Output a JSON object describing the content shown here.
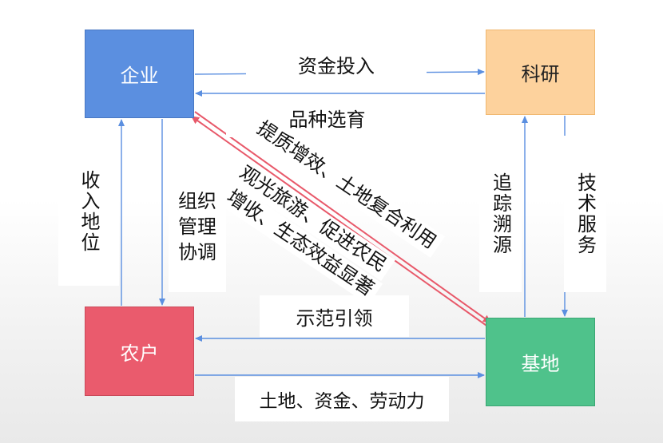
{
  "nodes": {
    "qiye": "企业",
    "keyan": "科研",
    "nonghu": "农户",
    "jidi": "基地"
  },
  "edges": {
    "zijin": "资金投入",
    "pinzhong": "品种选育",
    "shifan": "示范引领",
    "tudi": "土地、资金、劳动力",
    "shouru": "收入地位",
    "zuzhi_lines": [
      "组织",
      "管理",
      "协调"
    ],
    "zhuizong": "追踪溯源",
    "jishu": "技术服务",
    "tizhi": "提质增效、土地复合利用",
    "guanguang": "观光旅游、促进农民",
    "zengshou": "增收、生态效益显著"
  },
  "colors": {
    "qiye": "#5b8fe0",
    "keyan": "#fdd29d",
    "nonghu": "#ea5b6d",
    "jidi": "#4fc28b",
    "arrow": "#5b8fe0",
    "diag_arrow": "#e8596a"
  }
}
